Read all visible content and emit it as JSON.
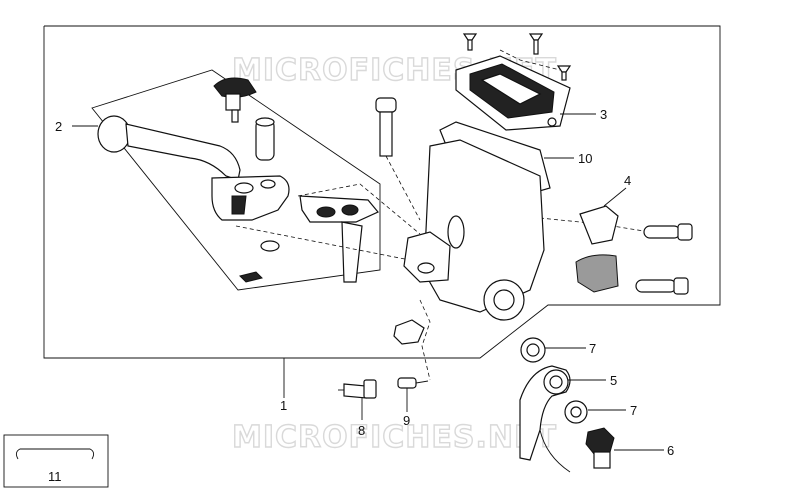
{
  "diagram": {
    "watermarks": [
      "MICROFICHES.NET",
      "MICROFICHES.NET"
    ],
    "callouts": [
      "1",
      "2",
      "3",
      "4",
      "5",
      "6",
      "7",
      "7",
      "8",
      "9",
      "10",
      "11"
    ]
  }
}
